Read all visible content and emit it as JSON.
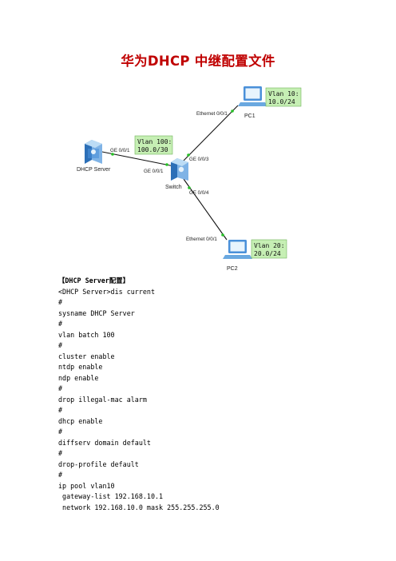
{
  "title": "华为DHCP  中继配置文件",
  "topology": {
    "devices": {
      "dhcp_server": "DHCP Server",
      "switch": "Switch",
      "pc1": "PC1",
      "pc2": "PC2"
    },
    "ports": {
      "server_g001": "GE 0/0/1",
      "switch_g001": "GE 0/0/1",
      "switch_g003": "GE 0/0/3",
      "switch_g004": "GE 0/0/4",
      "pc1_eth": "Ethernet 0/0/1",
      "pc2_eth": "Ethernet 0/0/1"
    },
    "vlan_notes": {
      "vlan100": [
        "Vlan 100:",
        "100.0/30"
      ],
      "vlan10": [
        "Vlan 10:",
        "10.0/24"
      ],
      "vlan20": [
        "Vlan 20:",
        "20.0/24"
      ]
    },
    "colors": {
      "note_fill": "#c6efb4",
      "note_border": "#6fb35a",
      "link": "#111111",
      "link_dot": "#27c227"
    }
  },
  "config": {
    "section_header": "【DHCP Server配置】",
    "lines": [
      "<DHCP Server>dis current",
      "#",
      "sysname DHCP Server",
      "#",
      "vlan batch 100",
      "#",
      "cluster enable",
      "ntdp enable",
      "ndp enable",
      "#",
      "drop illegal-mac alarm",
      "#",
      "dhcp enable",
      "#",
      "diffserv domain default",
      "#",
      "drop-profile default",
      "#",
      "ip pool vlan10",
      " gateway-list 192.168.10.1",
      " network 192.168.10.0 mask 255.255.255.0"
    ]
  }
}
